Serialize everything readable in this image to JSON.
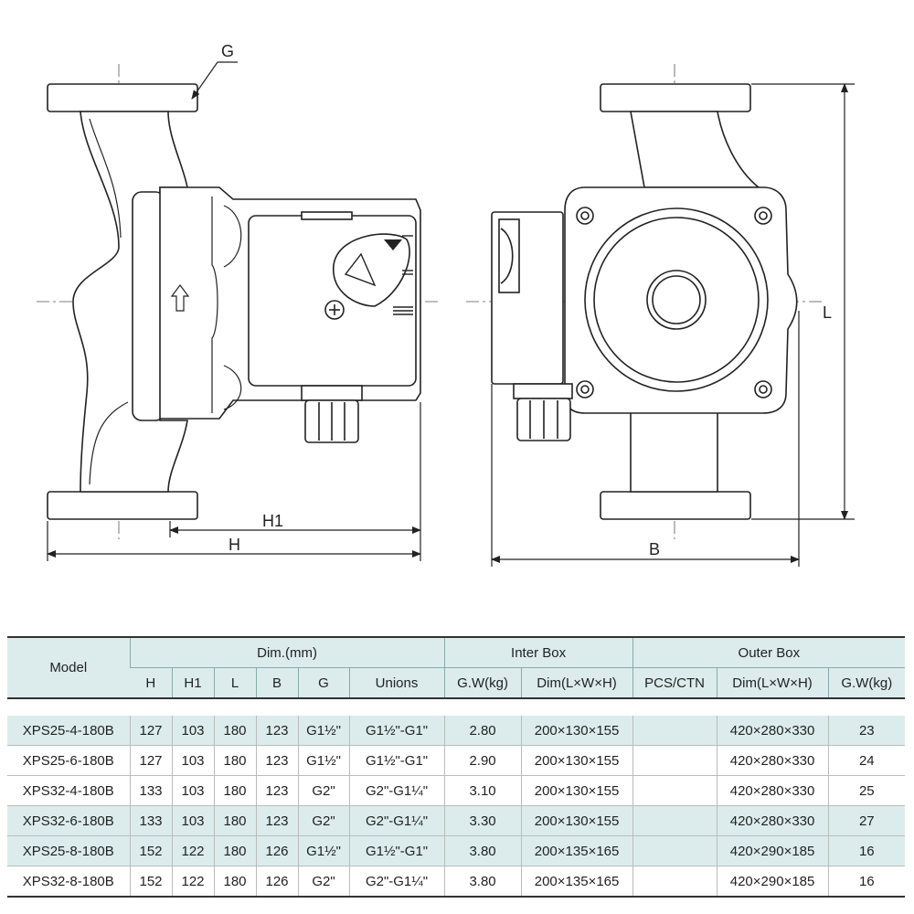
{
  "drawing": {
    "labels": {
      "G": "G",
      "H1": "H1",
      "H": "H",
      "B": "B",
      "L": "L"
    }
  },
  "table": {
    "header_model": "Model",
    "group_dim": "Dim.(mm)",
    "group_inter": "Inter Box",
    "group_outer": "Outer Box",
    "columns": [
      "H",
      "H1",
      "L",
      "B",
      "G",
      "Unions",
      "G.W(kg)",
      "Dim(L×W×H)",
      "PCS/CTN",
      "Dim(L×W×H)",
      "G.W(kg)"
    ],
    "rows": [
      [
        "XPS25-4-180B",
        "127",
        "103",
        "180",
        "123",
        "G1½\"",
        "G1½\"-G1\"",
        "2.80",
        "200×130×155",
        "",
        "420×280×330",
        "23"
      ],
      [
        "XPS25-6-180B",
        "127",
        "103",
        "180",
        "123",
        "G1½\"",
        "G1½\"-G1\"",
        "2.90",
        "200×130×155",
        "",
        "420×280×330",
        "24"
      ],
      [
        "XPS32-4-180B",
        "133",
        "103",
        "180",
        "123",
        "G2\"",
        "G2\"-G1¼\"",
        "3.10",
        "200×130×155",
        "",
        "420×280×330",
        "25"
      ],
      [
        "XPS32-6-180B",
        "133",
        "103",
        "180",
        "123",
        "G2\"",
        "G2\"-G1¼\"",
        "3.30",
        "200×130×155",
        "",
        "420×280×330",
        "27"
      ],
      [
        "XPS25-8-180B",
        "152",
        "122",
        "180",
        "126",
        "G1½\"",
        "G1½\"-G1\"",
        "3.80",
        "200×135×165",
        "",
        "420×290×185",
        "16"
      ],
      [
        "XPS32-8-180B",
        "152",
        "122",
        "180",
        "126",
        "G2\"",
        "G2\"-G1¼\"",
        "3.80",
        "200×135×165",
        "",
        "420×290×185",
        "16"
      ]
    ]
  }
}
